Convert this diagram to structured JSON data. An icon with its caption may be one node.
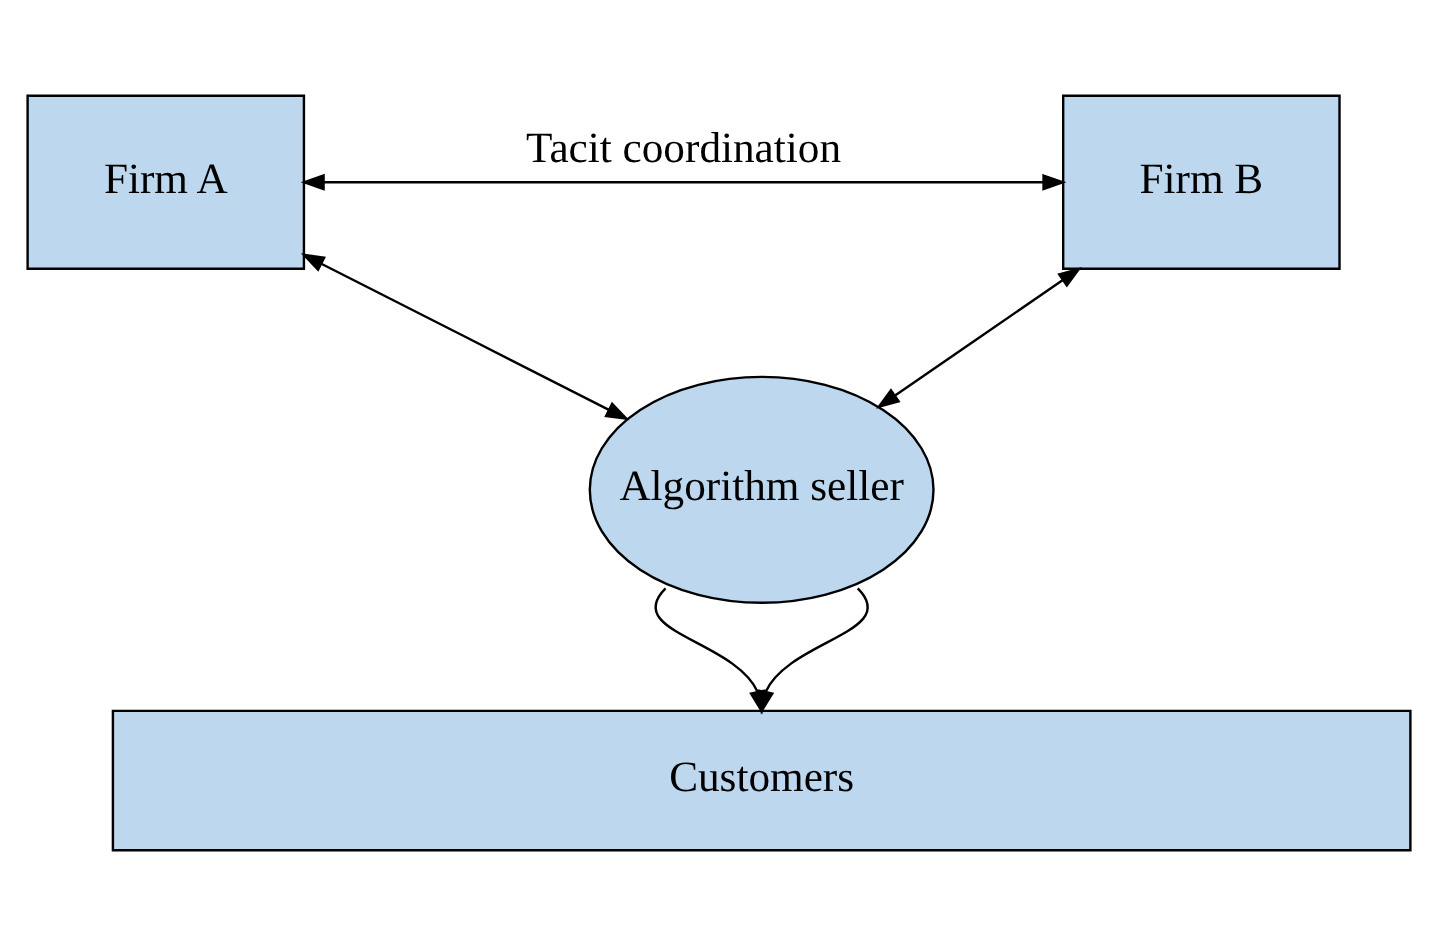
{
  "diagram": {
    "nodes": [
      {
        "text": [
          "Firm A"
        ]
      },
      {
        "text": [
          "Firm B"
        ]
      },
      {
        "text": [
          "Algorithm seller"
        ]
      },
      {
        "text": [
          "Customers"
        ]
      }
    ],
    "edges": [
      {
        "from": 0,
        "to": 1,
        "arrow": "both",
        "label": "Tacit coordination"
      },
      {
        "from": 0,
        "to": 2,
        "arrow": "both"
      },
      {
        "from": 1,
        "to": 2,
        "arrow": "both"
      },
      {
        "from": 2,
        "to": 3,
        "arrow": "to"
      },
      {
        "from": 2,
        "to": 3,
        "arrow": "to"
      }
    ]
  }
}
